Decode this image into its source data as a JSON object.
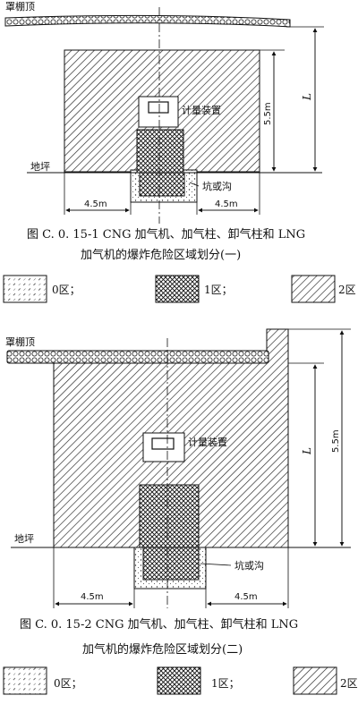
{
  "figure1": {
    "canopy_label": "罩棚顶",
    "meter_label": "计量装置",
    "ground_label": "地坪",
    "pit_label": "坑或沟",
    "dim_left": "4.5m",
    "dim_right": "4.5m",
    "dim_height": "5.5m",
    "dim_L": "L",
    "caption_line1": "图 C. 0. 15-1   CNG 加气机、加气柱、卸气柱和 LNG",
    "caption_line2": "加气机的爆炸危险区域划分(一)"
  },
  "figure2": {
    "canopy_label": "罩棚顶",
    "meter_label": "计量装置",
    "ground_label": "地坪",
    "pit_label": "坑或沟",
    "dim_left": "4.5m",
    "dim_right": "4.5m",
    "dim_height": "5.5m",
    "dim_L": "L",
    "caption_line1": "图 C. 0. 15-2   CNG 加气机、加气柱、卸气柱和 LNG",
    "caption_line2": "加气机的爆炸危险区域划分(二)"
  },
  "legend": {
    "zone0": "0区；",
    "zone1": "1区；",
    "zone2": "2区"
  }
}
